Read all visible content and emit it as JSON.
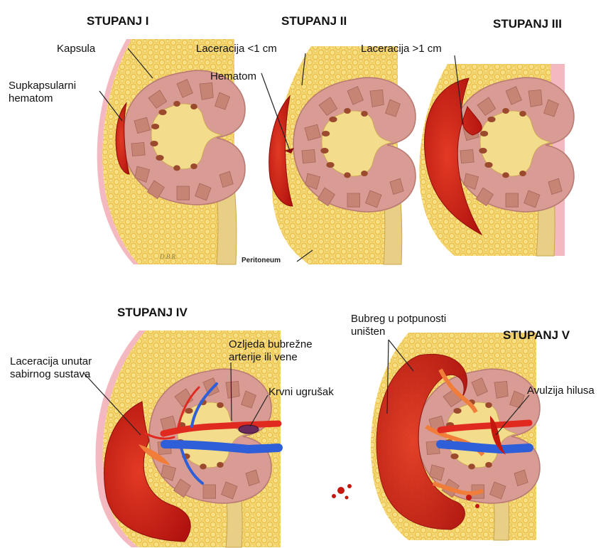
{
  "titles": {
    "grade1": "STUPANJ I",
    "grade2": "STUPANJ II",
    "grade3": "STUPANJ III",
    "grade4": "STUPANJ IV",
    "grade5": "STUPANJ V"
  },
  "labels": {
    "kapsula": "Kapsula",
    "subcapsular_line1": "Supkapsularni",
    "subcapsular_line2": "hematom",
    "laceration_lt1": "Laceracija <1 cm",
    "hematom": "Hematom",
    "laceration_gt1": "Laceracija >1 cm",
    "peritoneum": "Peritoneum",
    "collecting_line1": "Laceracija unutar",
    "collecting_line2": "sabirnog sustava",
    "vessel_line1": "Ozljeda bubrežne",
    "vessel_line2": "arterije ili vene",
    "clot": "Krvni ugrušak",
    "destroyed_line1": "Bubreg u potpunosti",
    "destroyed_line2": "uništen",
    "hilus": "Avulzija hilusa",
    "signature": "D.B.R."
  },
  "colors": {
    "fat": "#f2d266",
    "fat_dot": "#e8b840",
    "skin": "#f4b9c0",
    "cortex": "#d79a93",
    "cortex_edge": "#b77a72",
    "pyramid": "#c98878",
    "medulla": "#9a4a2e",
    "sinus": "#f2dc8c",
    "ureter": "#e8cf86",
    "hematoma": "#cc1a14",
    "hematoma_light": "#f07e3a",
    "artery": "#e02a20",
    "vein": "#2f5fd8"
  }
}
